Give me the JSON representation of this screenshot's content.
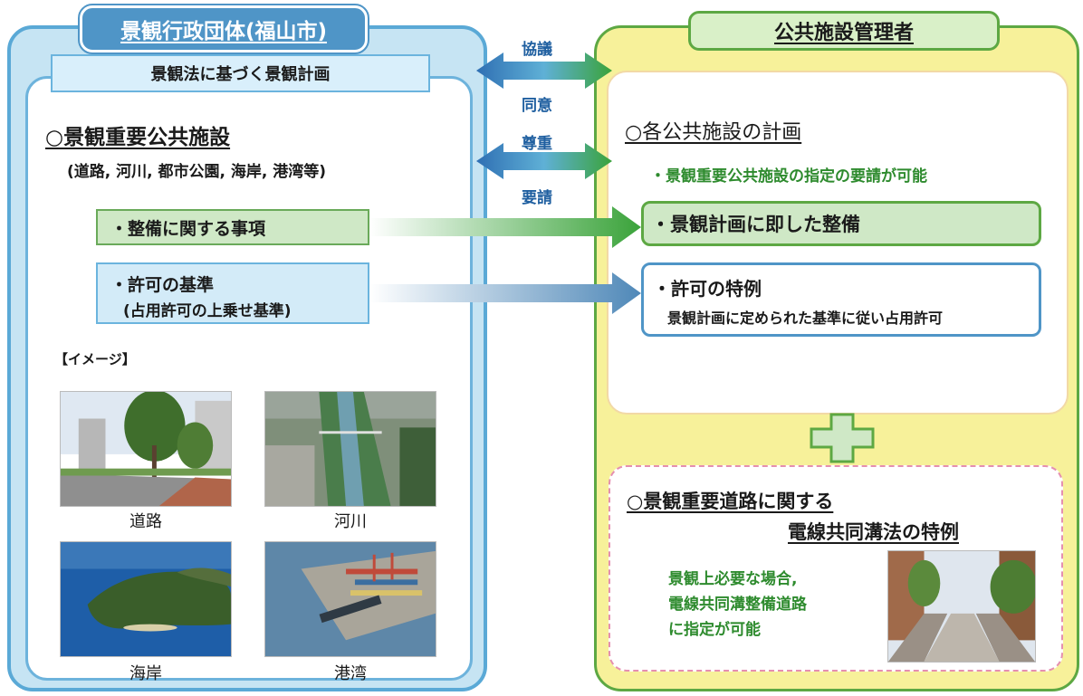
{
  "left": {
    "title": "景観行政団体(福山市)",
    "plan_box": "景観法に基づく景観計画",
    "heading": "○景観重要公共施設",
    "subheading": "(道路, 河川, 都市公園, 海岸, 港湾等)",
    "seibi_item": "・整備に関する事項",
    "kyoka_item": "・許可の基準",
    "kyoka_sub": "(占用許可の上乗せ基準)",
    "image_label": "【イメージ】",
    "photos": [
      {
        "caption": "道路",
        "icon": "road-photo"
      },
      {
        "caption": "河川",
        "icon": "river-photo"
      },
      {
        "caption": "海岸",
        "icon": "coast-photo"
      },
      {
        "caption": "港湾",
        "icon": "harbor-photo"
      }
    ]
  },
  "middle": {
    "arrow1_top": "協議",
    "arrow1_bottom": "同意",
    "arrow2_top": "尊重",
    "arrow2_bottom": "要請"
  },
  "right": {
    "title": "公共施設管理者",
    "heading": "○各公共施設の計画",
    "request": "・景観重要公共施設の指定の要請が可能",
    "seibi_item": "・景観計画に即した整備",
    "tokurei_item": "・許可の特例",
    "tokurei_sub": "景観計画に定められた基準に従い占用許可",
    "road_heading_1": "○景観重要道路に関する",
    "road_heading_2": "電線共同溝法の特例",
    "road_note_1": "景観上必要な場合,",
    "road_note_2": "電線共同溝整備道路",
    "road_note_3": "に指定が可能",
    "road_photo_icon": "street-photo"
  },
  "colors": {
    "left_panel": "#c6e4f3",
    "left_border": "#5aa9d6",
    "right_panel": "#f7f19a",
    "right_border": "#5da843",
    "green_text": "#2e8b2e",
    "blue_text": "#1f5fa0"
  }
}
